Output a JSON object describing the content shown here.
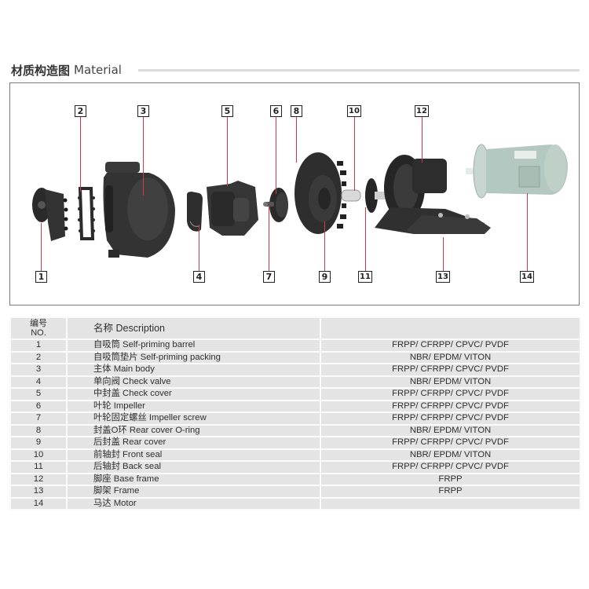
{
  "section": {
    "title_cn": "材质构造图",
    "title_en": "Material"
  },
  "diagram": {
    "callouts": [
      {
        "no": "1",
        "label": "Self-priming barrel"
      },
      {
        "no": "2",
        "label": "Self-priming packing"
      },
      {
        "no": "3",
        "label": "Main body"
      },
      {
        "no": "4",
        "label": "Check valve"
      },
      {
        "no": "5",
        "label": "Check cover"
      },
      {
        "no": "6",
        "label": "Impeller"
      },
      {
        "no": "7",
        "label": "Impeller screw"
      },
      {
        "no": "8",
        "label": "Rear cover O-ring"
      },
      {
        "no": "9",
        "label": "Rear cover"
      },
      {
        "no": "10",
        "label": "Front seal"
      },
      {
        "no": "11",
        "label": "Back seal"
      },
      {
        "no": "12",
        "label": "Base frame"
      },
      {
        "no": "13",
        "label": "Frame"
      },
      {
        "no": "14",
        "label": "Motor"
      }
    ],
    "leader_color": "#d23a4a"
  },
  "table": {
    "headers": {
      "no_cn": "编号",
      "no_en": "NO.",
      "description": "名称 Description",
      "material": ""
    },
    "rows": [
      {
        "no": "1",
        "description": "自吸筒 Self-priming barrel",
        "material": "FRPP/ CFRPP/ CPVC/ PVDF"
      },
      {
        "no": "2",
        "description": "自吸筒垫片 Self-priming packing",
        "material": "NBR/ EPDM/ VITON"
      },
      {
        "no": "3",
        "description": "主体 Main body",
        "material": "FRPP/ CFRPP/ CPVC/ PVDF"
      },
      {
        "no": "4",
        "description": "单向阀 Check valve",
        "material": "NBR/ EPDM/ VITON"
      },
      {
        "no": "5",
        "description": "中封盖 Check cover",
        "material": "FRPP/ CFRPP/ CPVC/ PVDF"
      },
      {
        "no": "6",
        "description": "叶轮 Impeller",
        "material": "FRPP/ CFRPP/ CPVC/ PVDF"
      },
      {
        "no": "7",
        "description": "叶轮固定螺丝 Impeller screw",
        "material": "FRPP/ CFRPP/ CPVC/ PVDF"
      },
      {
        "no": "8",
        "description": "封盖O环 Rear cover O-ring",
        "material": "NBR/ EPDM/ VITON"
      },
      {
        "no": "9",
        "description": "后封盖 Rear cover",
        "material": "FRPP/ CFRPP/ CPVC/ PVDF"
      },
      {
        "no": "10",
        "description": "前轴封 Front seal",
        "material": "NBR/ EPDM/ VITON"
      },
      {
        "no": "11",
        "description": "后轴封 Back seal",
        "material": "FRPP/ CFRPP/ CPVC/ PVDF"
      },
      {
        "no": "12",
        "description": "脚座 Base frame",
        "material": "FRPP"
      },
      {
        "no": "13",
        "description": "脚架 Frame",
        "material": "FRPP"
      },
      {
        "no": "14",
        "description": "马达 Motor",
        "material": ""
      }
    ]
  }
}
